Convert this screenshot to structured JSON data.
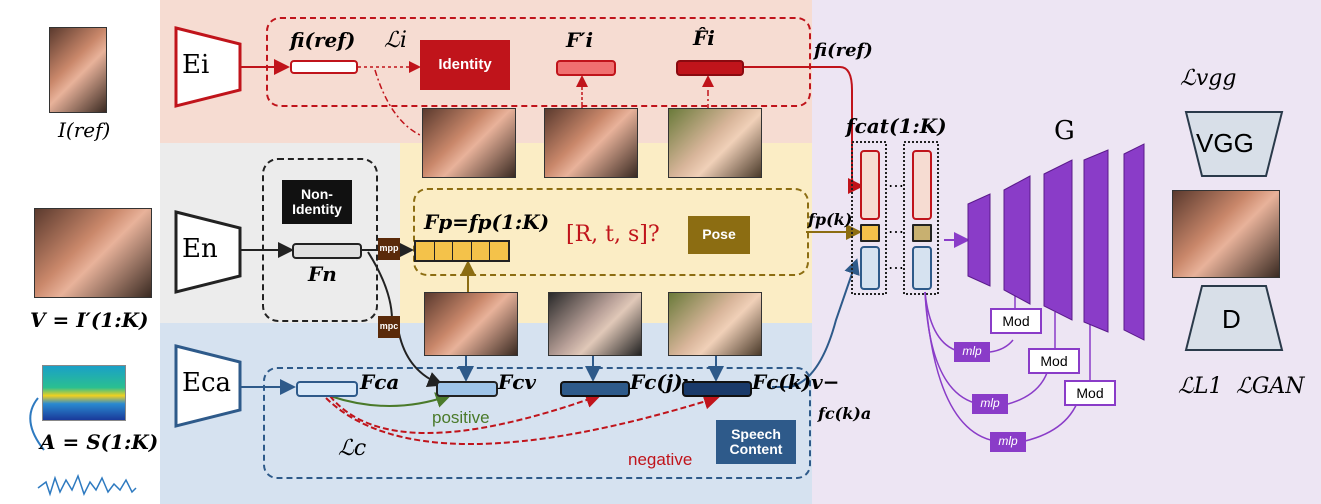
{
  "colors": {
    "identity_red": "#c0141b",
    "pose_gold": "#8c6d12",
    "speech_blue": "#2e5a8a",
    "generator_purple": "#8a3cc8",
    "identity_bg": "#f6dcd2",
    "nonid_bg": "#ececec",
    "pose_bg": "#fbedc5",
    "speech_bg": "#d6e2f0",
    "gen_bg": "#ede5f3"
  },
  "inputs": {
    "ref_label": "I(ref)",
    "video_label": "V = I′(1:K)",
    "audio_label": "A = S(1:K)"
  },
  "encoders": {
    "identity": "Ei",
    "nonidentity": "En",
    "speech": "Eca"
  },
  "identity_branch": {
    "feature": "fi(ref)",
    "loss": "ℒi",
    "tag": "Identity",
    "f_prime": "F′i",
    "f_hat": "F̂i",
    "out_label": "fi(ref)"
  },
  "nonidentity_branch": {
    "tag": "Non-Identity",
    "feature": "Fn",
    "mp_p": "mpp",
    "mp_c": "mpc"
  },
  "pose_branch": {
    "feature": "Fp=fp(1:K)",
    "question": "[R, t, s]?",
    "tag": "Pose",
    "out_label": "fp(k)"
  },
  "speech_branch": {
    "fa": "Fca",
    "fv": "Fcv",
    "fvj": "Fc(j)v−",
    "fvk": "Fc(k)v−",
    "positive": "positive",
    "negative": "negative",
    "loss": "ℒc",
    "tag": "Speech Content",
    "out_label": "fc(k)a"
  },
  "generator": {
    "concat_label": "fcat(1:K)",
    "name": "G",
    "mlp": "mlp",
    "mod": "Mod",
    "dots": "⋯"
  },
  "losses": {
    "vgg_loss": "ℒvgg",
    "vgg": "VGG",
    "d": "D",
    "l1": "ℒL1",
    "gan": "ℒGAN"
  }
}
